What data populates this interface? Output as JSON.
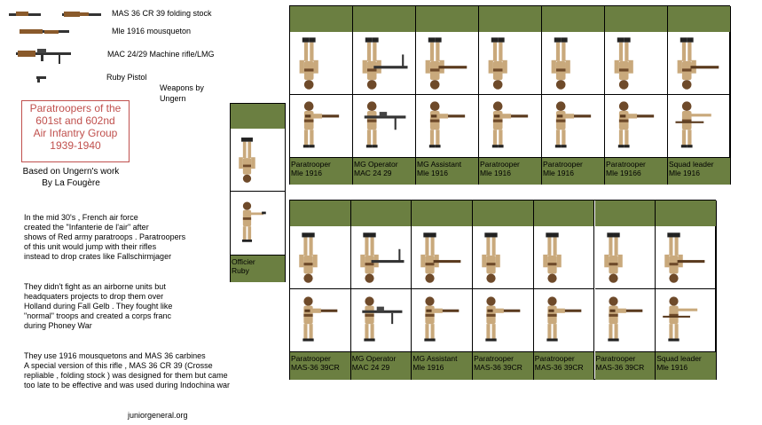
{
  "weapons": {
    "items": [
      {
        "label": "MAS 36 CR 39 folding stock",
        "icon": "folding-rifle-icon"
      },
      {
        "label": "Mle 1916 mousqueton",
        "icon": "carbine-icon"
      },
      {
        "label": "MAC 24/29 Machine rifle/LMG",
        "icon": "machine-rifle-icon"
      },
      {
        "label": "Ruby Pistol",
        "icon": "pistol-icon"
      }
    ],
    "by_line1": "Weapons by",
    "by_line2": "Ungern"
  },
  "title": {
    "lines": [
      "Paratroopers of the",
      "601st and 602nd",
      "Air Infantry Group",
      "1939-1940"
    ],
    "color": "#c0504d"
  },
  "credit": {
    "line1": "Based on Ungern's work",
    "line2": "By La Fougère"
  },
  "history": {
    "p1": [
      "In the mid 30's , French air force",
      "created the \"Infanterie de l'air\" after",
      "shows of Red army paratroops . Paratroopers",
      "of this unit would jump with their rifles",
      "instead to drop crates like Fallschirmjager"
    ],
    "p2": [
      "They didn't fight as an airborne units but",
      "headquaters projects to drop them over",
      "Holland during Fall Gelb . They fought like",
      "\"normal\" troops and created a corps franc",
      "during Phoney War"
    ],
    "p3": [
      "They use 1916 mousquetons and MAS 36 carbines",
      "A special version of this rifle , MAS 36 CR 39 (Crosse",
      "repliable , folding stock ) was designed for them but came",
      "too late to be effective and was used during Indochina war"
    ]
  },
  "footer": "juniorgeneral.org",
  "colors": {
    "olive": "#6b7f41",
    "khaki": "#c9a97c",
    "brown": "#6e4a2a"
  },
  "officer": {
    "line1": "Officier",
    "line2": "Ruby"
  },
  "sheet_top": [
    {
      "line1": "Paratrooper",
      "line2": "Mle 1916"
    },
    {
      "line1": "MG Operator",
      "line2": "MAC 24 29"
    },
    {
      "line1": "MG Assistant",
      "line2": "Mle 1916"
    },
    {
      "line1": "Paratrooper",
      "line2": "Mle 1916"
    },
    {
      "line1": "Paratrooper",
      "line2": "Mle 1916"
    },
    {
      "line1": "Paratrooper",
      "line2": "Mle 19166"
    },
    {
      "line1": "Squad leader",
      "line2": "Mle 1916"
    }
  ],
  "sheet_bottom": [
    {
      "line1": "Paratrooper",
      "line2": "MAS-36 39CR"
    },
    {
      "line1": "MG Operator",
      "line2": "MAC 24 29"
    },
    {
      "line1": "MG Assistant",
      "line2": "Mle 1916"
    },
    {
      "line1": "Paratrooper",
      "line2": "MAS-36 39CR"
    },
    {
      "line1": "Paratrooper",
      "line2": "MAS-36 39CR"
    },
    {
      "line1": "Paratrooper",
      "line2": "MAS-36 39CR"
    },
    {
      "line1": "Squad leader",
      "line2": "Mle 1916"
    }
  ]
}
